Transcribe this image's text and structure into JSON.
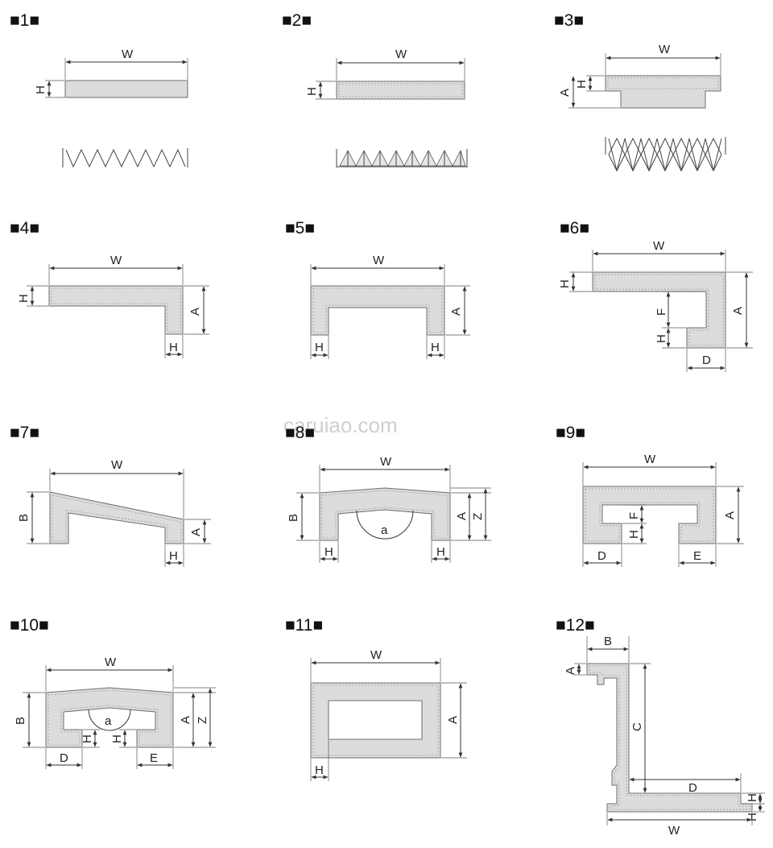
{
  "watermark": "caruiao.com",
  "items": [
    {
      "caption": "■1■",
      "labels": {
        "w": "W",
        "h": "H"
      }
    },
    {
      "caption": "■2■",
      "labels": {
        "w": "W",
        "h": "H"
      }
    },
    {
      "caption": "■3■",
      "labels": {
        "w": "W",
        "h": "H",
        "a": "A"
      }
    },
    {
      "caption": "■4■",
      "labels": {
        "w": "W",
        "h1": "H",
        "h2": "H",
        "a": "A"
      }
    },
    {
      "caption": "■5■",
      "labels": {
        "w": "W",
        "h1": "H",
        "h2": "H",
        "a": "A"
      }
    },
    {
      "caption": "■6■",
      "labels": {
        "w": "W",
        "h1": "H",
        "h2": "H",
        "a": "A",
        "f": "F",
        "d": "D"
      }
    },
    {
      "caption": "■7■",
      "labels": {
        "w": "W",
        "b": "B",
        "a": "A",
        "h": "H"
      }
    },
    {
      "caption": "■8■",
      "labels": {
        "w": "W",
        "b": "B",
        "a": "A",
        "z": "Z",
        "h1": "H",
        "h2": "H",
        "arc": "a"
      }
    },
    {
      "caption": "■9■",
      "labels": {
        "w": "W",
        "a": "A",
        "f": "F",
        "h": "H",
        "d": "D",
        "e": "E"
      }
    },
    {
      "caption": "■10■",
      "labels": {
        "w": "W",
        "b": "B",
        "a": "A",
        "z": "Z",
        "h1": "H",
        "h2": "H",
        "arc": "a",
        "d": "D",
        "e": "E"
      }
    },
    {
      "caption": "■11■",
      "labels": {
        "w": "W",
        "a": "A",
        "h": "H"
      }
    },
    {
      "caption": "■12■",
      "labels": {
        "b": "B",
        "a": "A",
        "c": "C",
        "d": "D",
        "w": "W",
        "h1": "H",
        "h2": "H"
      }
    }
  ]
}
